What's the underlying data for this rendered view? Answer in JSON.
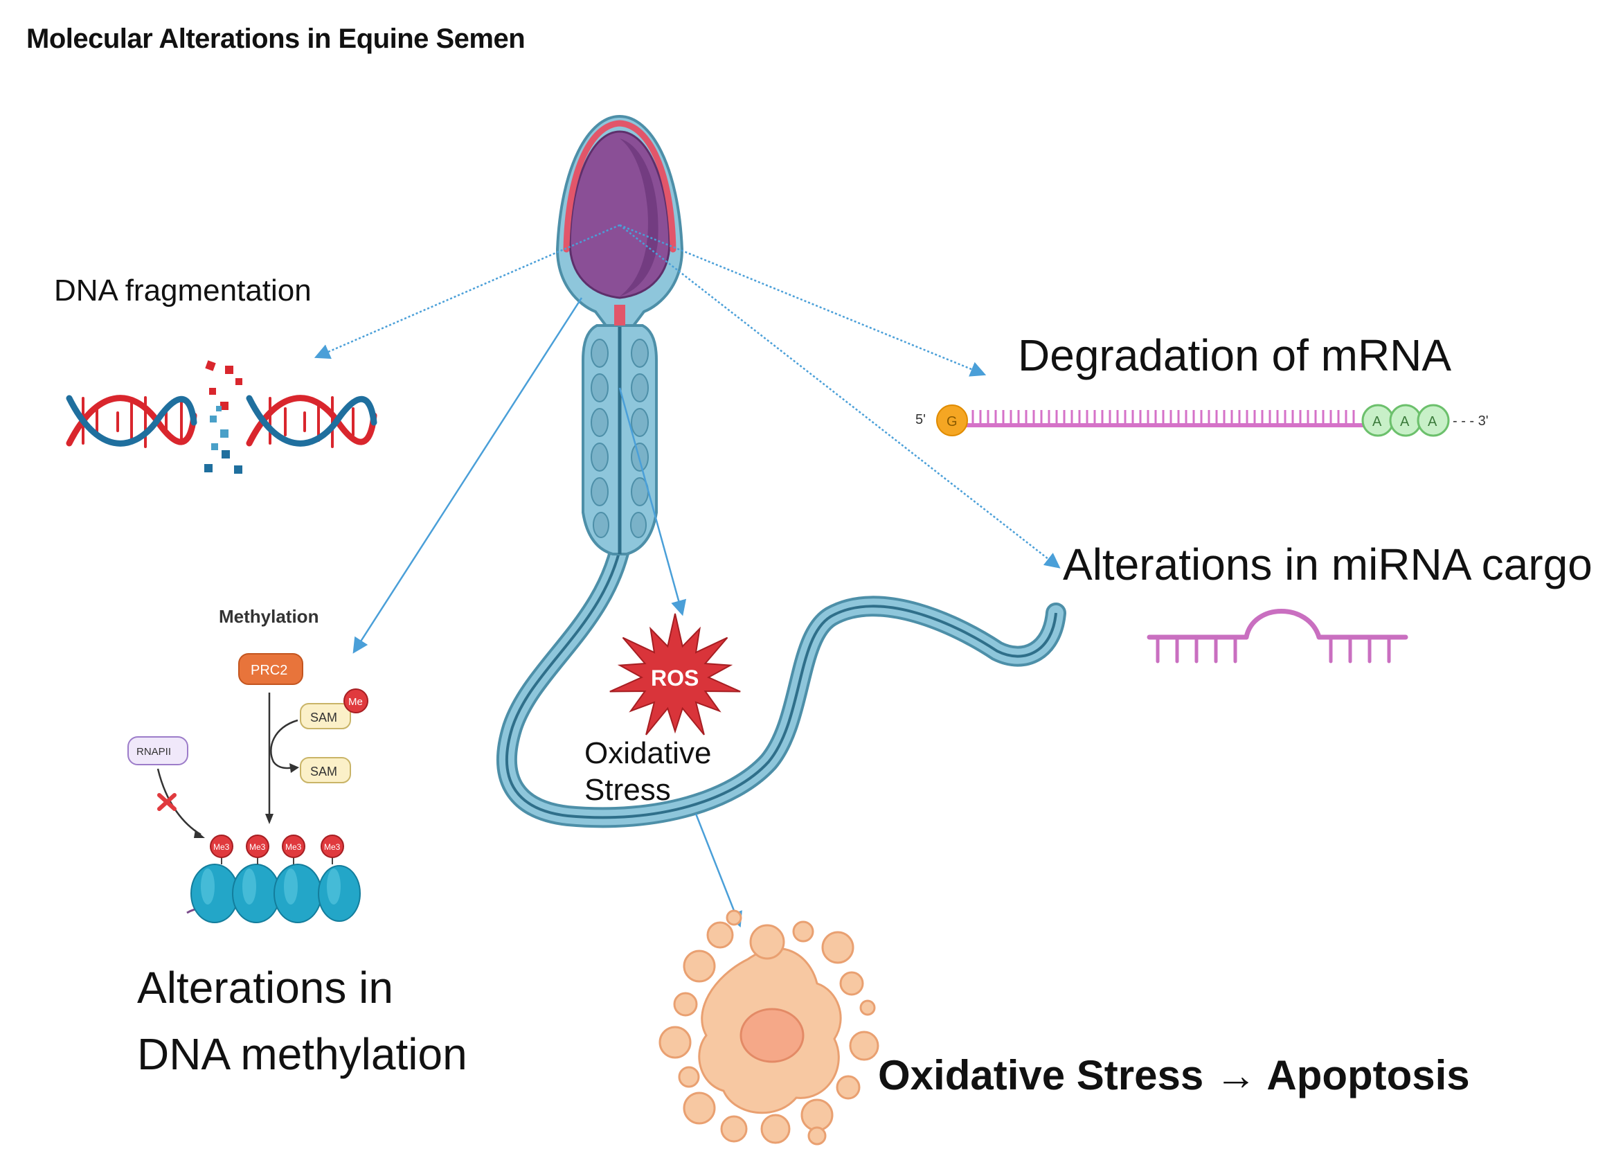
{
  "title": "Molecular Alterations in Equine Semen",
  "labels": {
    "dna_fragmentation": "DNA fragmentation",
    "mrna_degradation": "Degradation of mRNA",
    "mirna_alterations": "Alterations in miRNA cargo",
    "dna_methylation_line1": "Alterations in",
    "dna_methylation_line2": "DNA methylation",
    "oxidative_line1": "Oxidative",
    "oxidative_line2": "Stress",
    "apoptosis": "Oxidative Stress → Apoptosis"
  },
  "methylation_panel": {
    "title": "Methylation",
    "prc2": "PRC2",
    "sam_top": "SAM",
    "sam_bottom": "SAM",
    "me": "Me",
    "rnapii": "RNAPII",
    "me3": "Me3"
  },
  "mrna": {
    "five_prime": "5'",
    "cap": "G",
    "tail": [
      "A",
      "A",
      "A"
    ],
    "three_prime": "- - - 3'"
  },
  "ros": "ROS",
  "colors": {
    "arrow": "#4a9fd8",
    "sperm_body": "#7fb8cf",
    "sperm_head": "#8a4f96",
    "acrosome": "#e2566a",
    "dna_red": "#d9262d",
    "dna_blue": "#1f6f9e",
    "rna_pink": "#d572c8",
    "ros_red": "#d9343a",
    "cell": "#f7c8a2"
  }
}
